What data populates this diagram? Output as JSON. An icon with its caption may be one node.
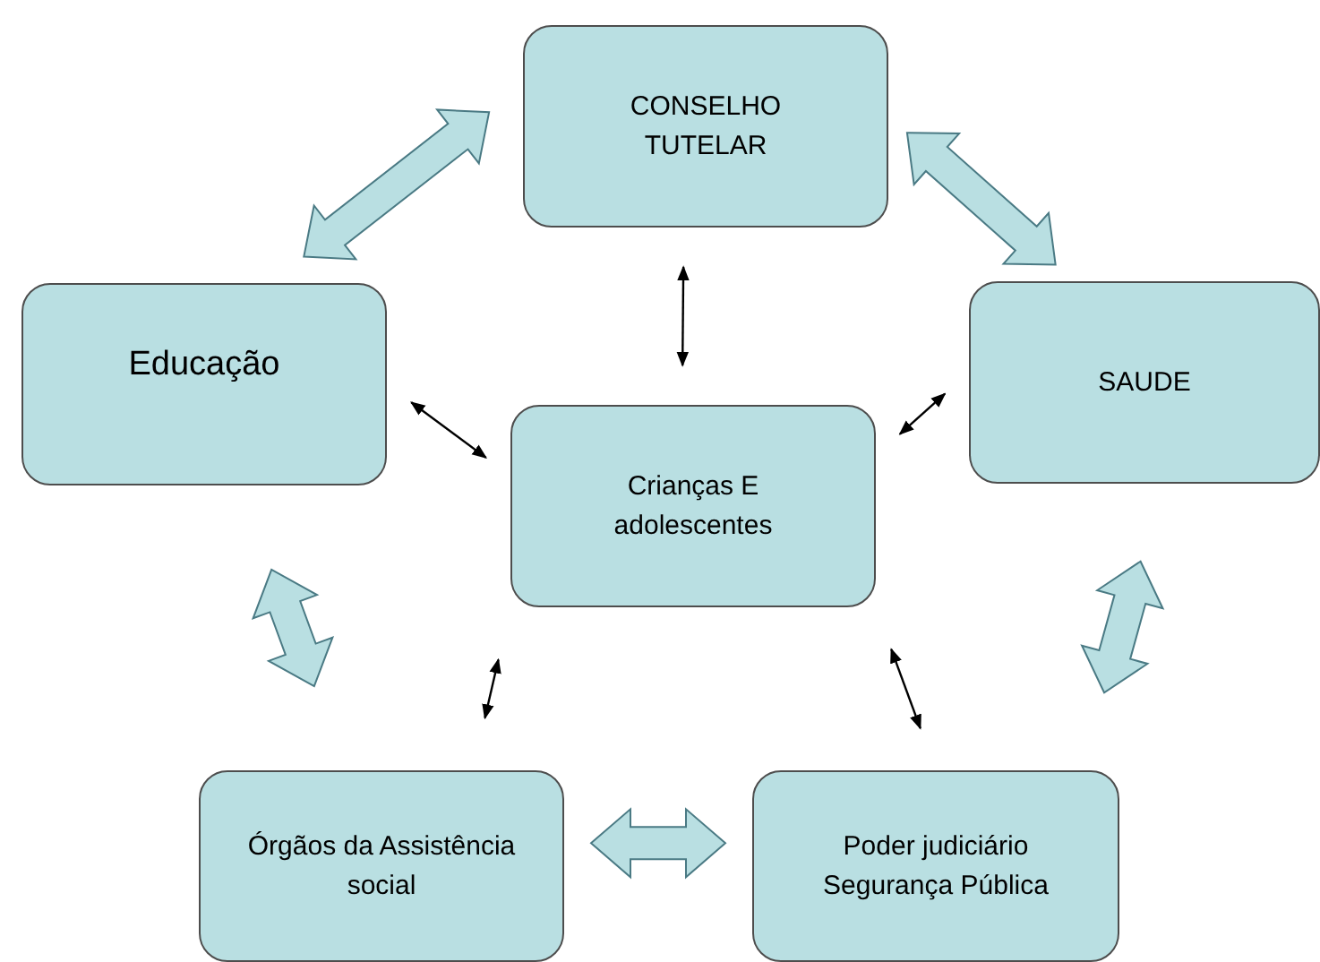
{
  "diagram": {
    "nodes": [
      {
        "text": [
          "CONSELHO TUTELAR"
        ]
      },
      {
        "text": [
          "Educação"
        ]
      },
      {
        "text": [
          "Crianças E adolescentes"
        ]
      },
      {
        "text": [
          "SAUDE"
        ]
      },
      {
        "text": [
          "Órgãos da Assistência social"
        ]
      },
      {
        "text": [
          "Poder judiciário Segurança Pública"
        ]
      }
    ],
    "edges": [
      {
        "from": 1,
        "to": 0,
        "arrow": "both",
        "style": "thick"
      },
      {
        "from": 0,
        "to": 3,
        "arrow": "both",
        "style": "thick"
      },
      {
        "from": 0,
        "to": 2,
        "arrow": "both"
      },
      {
        "from": 1,
        "to": 2,
        "arrow": "both"
      },
      {
        "from": 2,
        "to": 3,
        "arrow": "both"
      },
      {
        "from": 1,
        "to": 4,
        "arrow": "both",
        "style": "thick"
      },
      {
        "from": 3,
        "to": 5,
        "arrow": "both",
        "style": "thick"
      },
      {
        "from": 2,
        "to": 4,
        "arrow": "both"
      },
      {
        "from": 2,
        "to": 5,
        "arrow": "both"
      },
      {
        "from": 4,
        "to": 5,
        "arrow": "both",
        "style": "thick"
      }
    ]
  }
}
